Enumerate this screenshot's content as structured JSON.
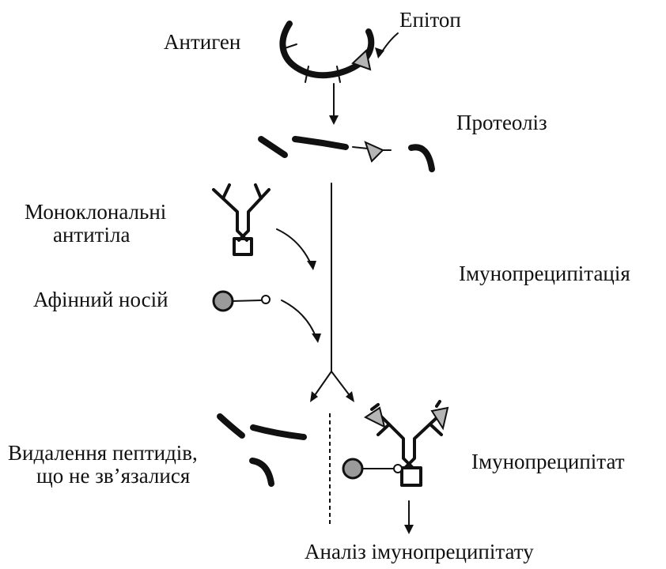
{
  "diagram": {
    "labels": {
      "antigen": "Антиген",
      "epitope": "Епітоп",
      "proteolysis": "Протеоліз",
      "monoclonal_line1": "Моноклональні",
      "monoclonal_line2": "антитіла",
      "immunoprecipitation": "Імунопреципітація",
      "affinity_carrier": "Афінний носій",
      "removal_line1": "Видалення пептидів,",
      "removal_line2": "що не зв’язалися",
      "immunoprecipitate": "Імунопреципітат",
      "analysis": "Аналіз імунопреципітату"
    },
    "colors": {
      "ink": "#111111",
      "bead_fill": "#9a9a9a",
      "epitope_fill": "#b5b5b5"
    }
  }
}
